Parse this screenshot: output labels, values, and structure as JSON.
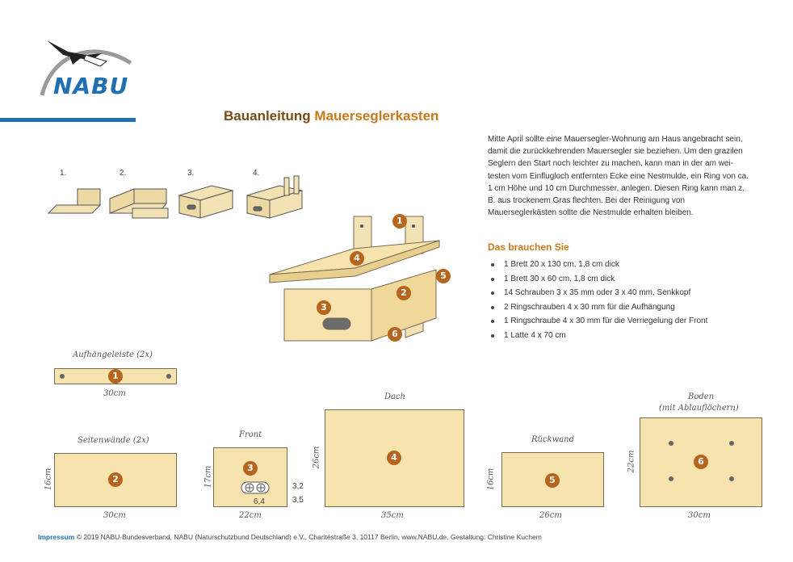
{
  "logo": {
    "text": "NABU"
  },
  "title": {
    "prefix": "Bauanleitung",
    "accent": "Mauerseglerkasten"
  },
  "intro": "Mitte April sollte eine Mauersegler-Wohnung am Haus angebracht sein, damit die zurückkehrenden Mauersegler sie beziehen. Um den grazilen Seglern den Start noch leichter zu machen, kann man in der am wei-testen vom Einflugloch entfernten Ecke eine Nestmulde, ein Ring von ca. 1 cm Höhe und 10 cm Durchmesser, anlegen. Diesen Ring kann man z. B. aus trockenem Gras flechten. Bei der Reinigung von Mauerseglerkästen sollte die Nestmulde erhalten bleiben.",
  "needs": {
    "heading": "Das brauchen Sie",
    "items": [
      "1 Brett 20 x 130 cm, 1,8 cm dick",
      "1 Brett 30 x 60 cm, 1,8 cm dick",
      "14 Schrauben 3 x 35 mm oder 3 x 40 mm, Senkkopf",
      "2 Ringschrauben 4 x 30 mm für die Aufhängung",
      "1 Ringschraube 4 x 30 mm für die Verriegelung der Front",
      "1 Latte 4 x 70 cm"
    ]
  },
  "steps": [
    "1.",
    "2.",
    "3.",
    "4."
  ],
  "assembly_numbers": [
    "1",
    "2",
    "3",
    "4",
    "5",
    "6"
  ],
  "parts": {
    "aufhaenge": {
      "label": "Aufhängeleiste (2x)",
      "num": "1",
      "width": "30cm"
    },
    "seiten": {
      "label": "Seitenwände (2x)",
      "num": "2",
      "width": "30cm",
      "height": "16cm"
    },
    "front": {
      "label": "Front",
      "num": "3",
      "width": "22cm",
      "height": "17cm",
      "dim_a": "3,2",
      "dim_b": "3,5",
      "dim_c": "6,4"
    },
    "dach": {
      "label": "Dach",
      "num": "4",
      "width": "35cm",
      "height": "26cm"
    },
    "rueck": {
      "label": "Rückwand",
      "num": "5",
      "width": "26cm",
      "height": "16cm"
    },
    "boden": {
      "label": "Boden",
      "label2": "(mit Ablauflöchern)",
      "num": "6",
      "width": "30cm",
      "height": "22cm"
    }
  },
  "footer": {
    "impressum": "Impressum",
    "text": "© 2019 NABU-Bundesverband, NABU (Naturschutzbund Deutschland) e.V., Charitéstraße 3, 10117 Berlin, www.NABU.de, Gestaltung: Christine Kuchem"
  },
  "colors": {
    "blue": "#1f6fb3",
    "wood": "#f6e3ae",
    "marker": "#b5651d",
    "accent": "#c9781b"
  }
}
